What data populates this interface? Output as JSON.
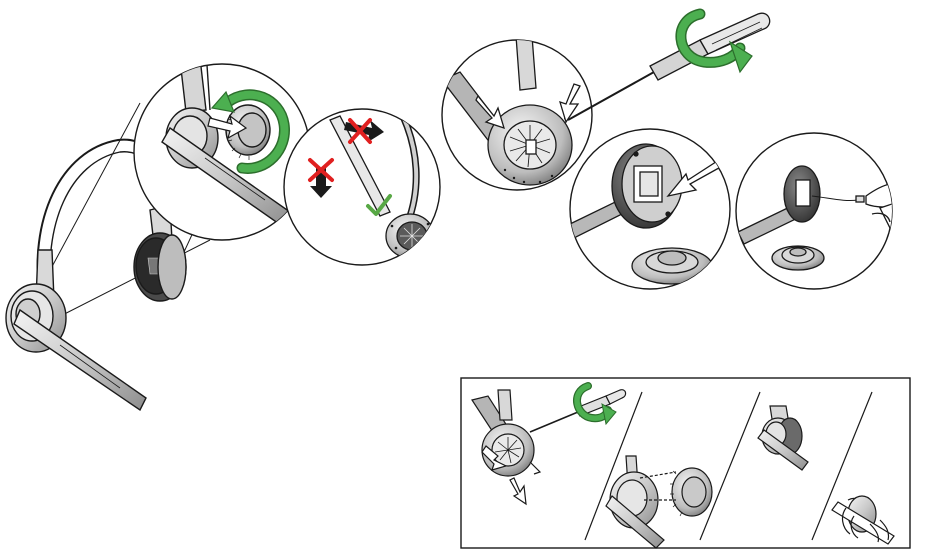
{
  "diagram": {
    "colors": {
      "line": "#1a1a1a",
      "metal_light": "#e6e6e6",
      "metal_mid": "#b8b8b8",
      "metal_dark": "#7a7a7a",
      "green_arrow": "#3f9a3f",
      "green_arrow_dark": "#2c6e2c",
      "red_cross": "#e02020",
      "check_green": "#58a845",
      "background": "#ffffff"
    },
    "steps": [
      {
        "id": "rotate-cover",
        "icon": "rotate-arrow-icon"
      },
      {
        "id": "arm-orientation",
        "icon": "cross-mark-icon"
      },
      {
        "id": "unscrew",
        "icon": "screwdriver-icon"
      },
      {
        "id": "remove-battery",
        "icon": "battery-icon"
      },
      {
        "id": "disconnect-battery",
        "icon": "connector-icon"
      }
    ],
    "inset_panels": [
      {
        "id": "unscrew-cover"
      },
      {
        "id": "attach-cover"
      },
      {
        "id": "assembled-earpiece"
      },
      {
        "id": "fit-on-ear"
      }
    ]
  }
}
